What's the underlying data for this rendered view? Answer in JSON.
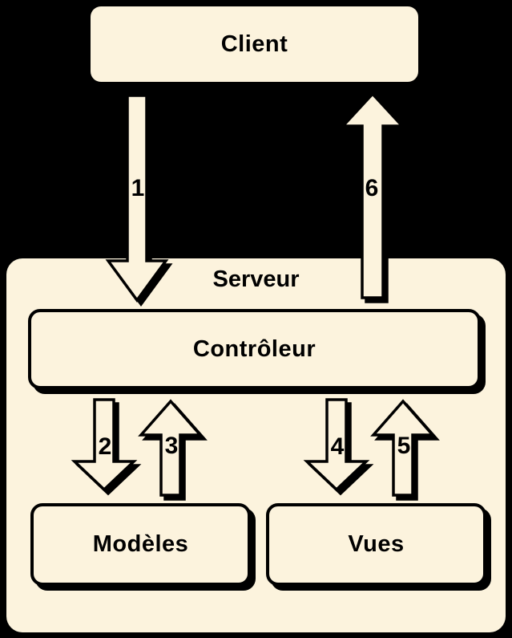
{
  "colors": {
    "background": "#000000",
    "fill": "#FCF3DD",
    "outline": "#000000",
    "text": "#000000"
  },
  "nodes": {
    "client": {
      "label": "Client"
    },
    "server": {
      "label": "Serveur"
    },
    "controller": {
      "label": "Contrôleur"
    },
    "models": {
      "label": "Modèles"
    },
    "views": {
      "label": "Vues"
    }
  },
  "arrows": [
    {
      "number": "1",
      "direction": "down",
      "from": "Client",
      "to": "Contrôleur"
    },
    {
      "number": "2",
      "direction": "down",
      "from": "Contrôleur",
      "to": "Modèles"
    },
    {
      "number": "3",
      "direction": "up",
      "from": "Modèles",
      "to": "Contrôleur"
    },
    {
      "number": "4",
      "direction": "down",
      "from": "Contrôleur",
      "to": "Vues"
    },
    {
      "number": "5",
      "direction": "up",
      "from": "Vues",
      "to": "Contrôleur"
    },
    {
      "number": "6",
      "direction": "up",
      "from": "Contrôleur",
      "to": "Client"
    }
  ]
}
